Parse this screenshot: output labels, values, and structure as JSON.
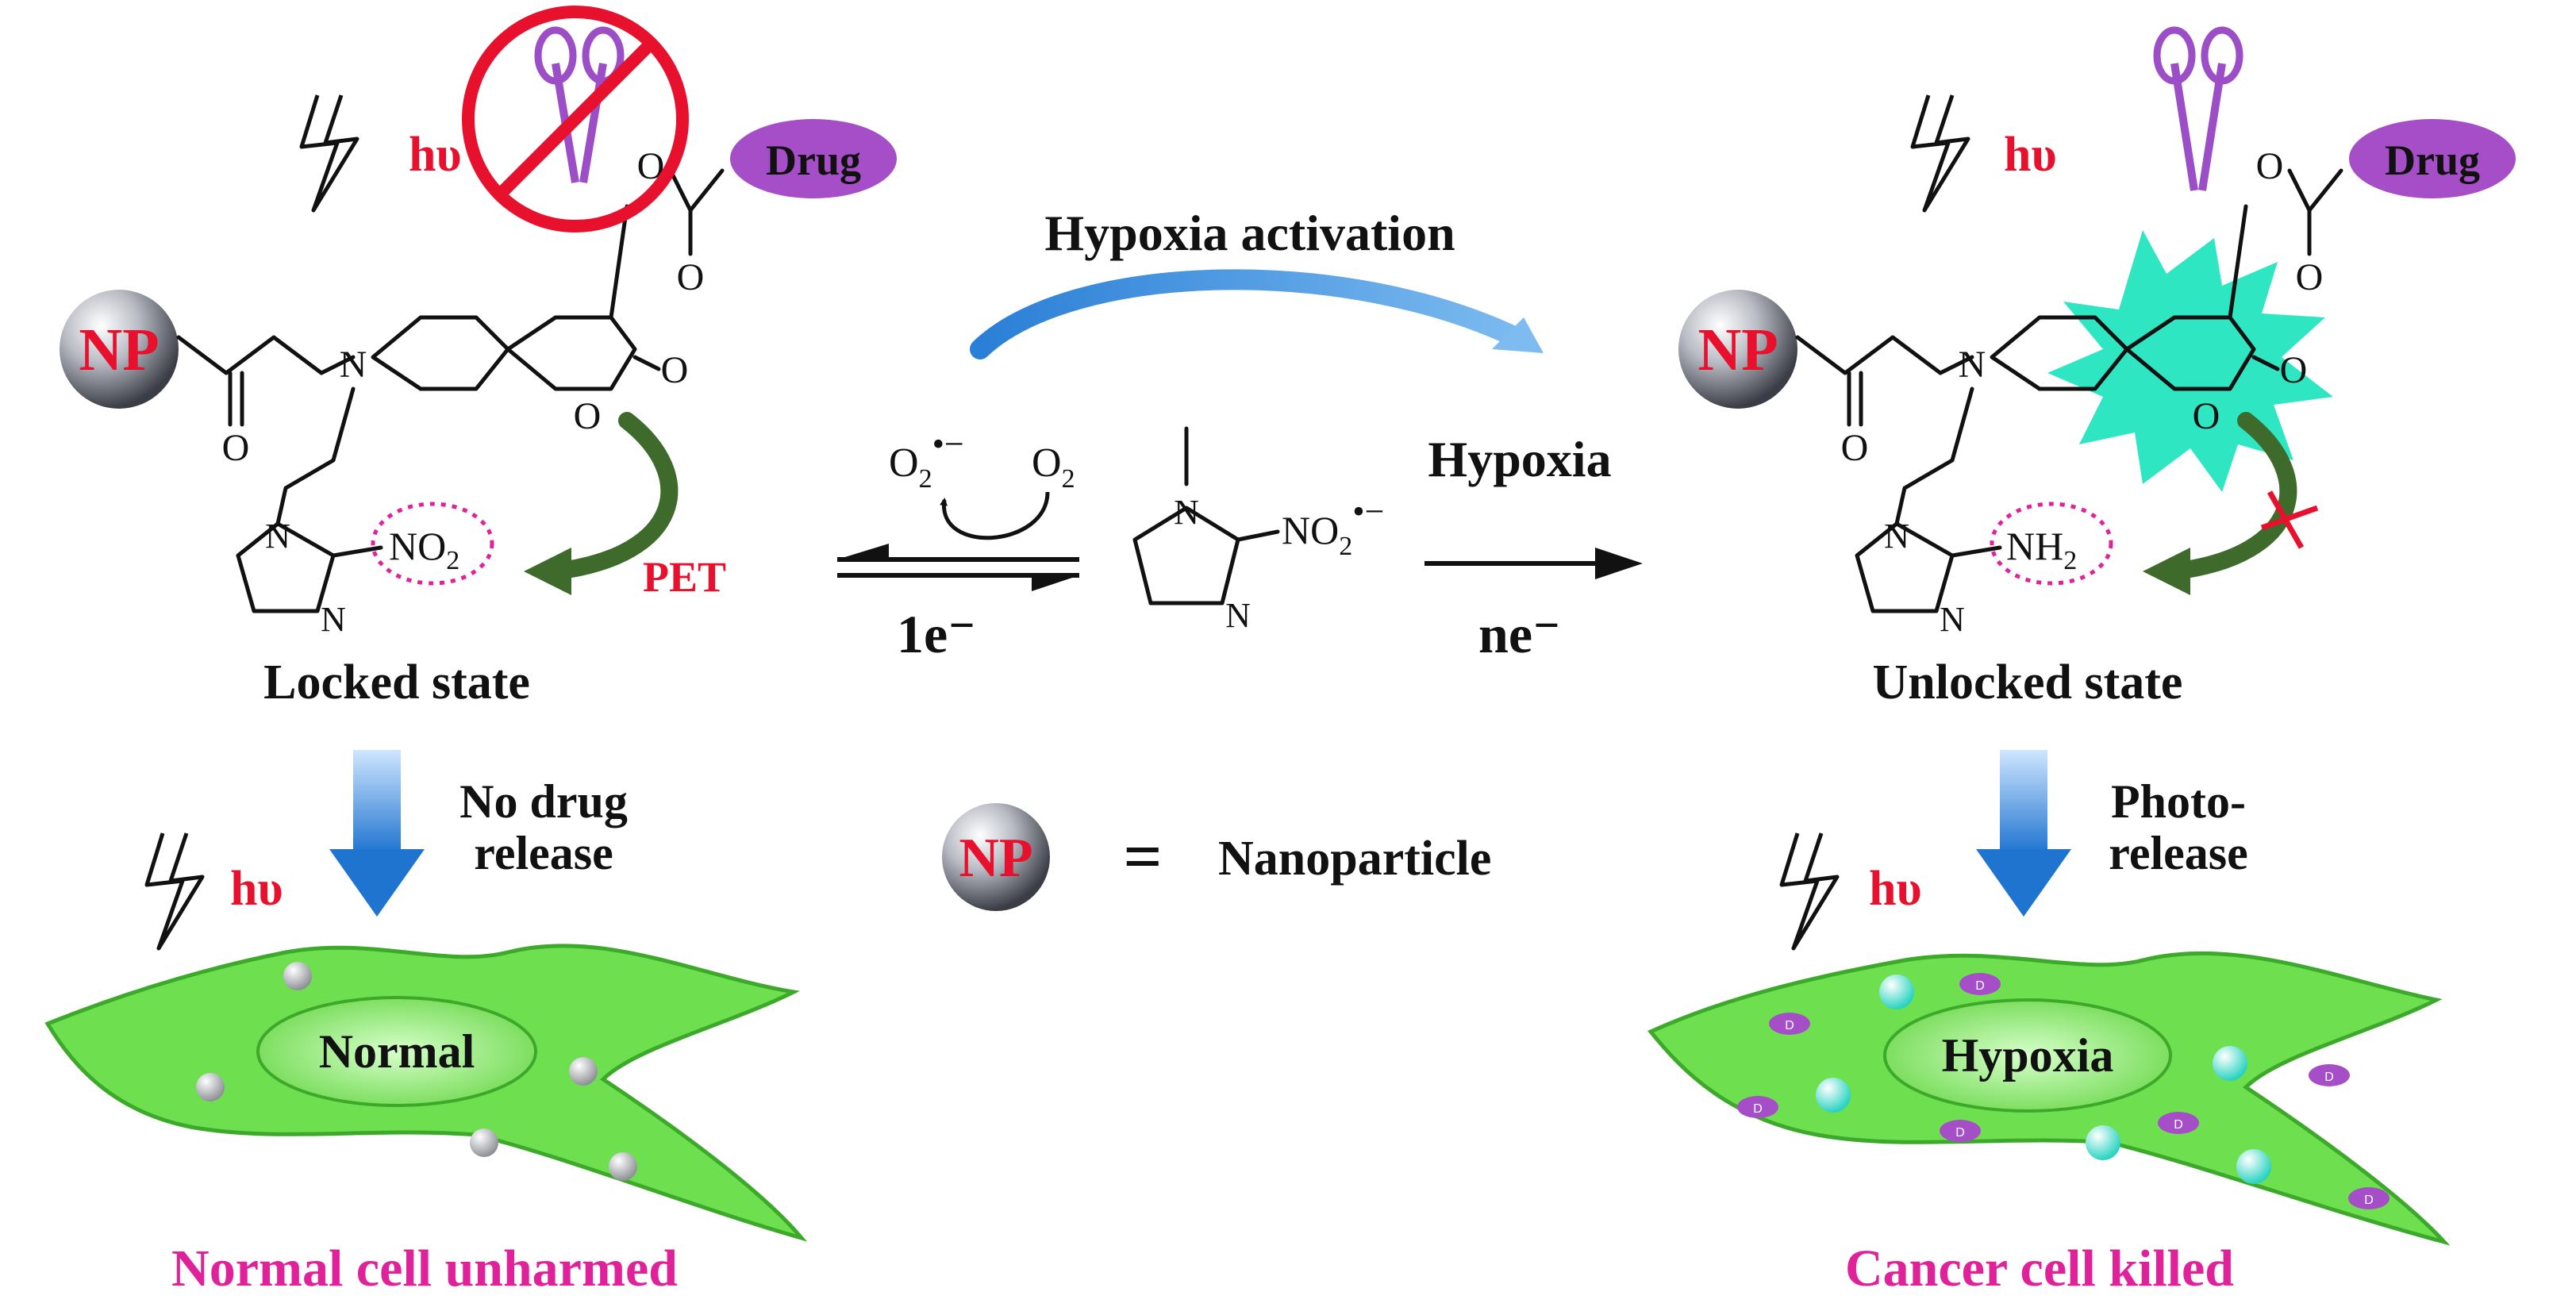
{
  "labels": {
    "hypoxia_activation": "Hypoxia activation",
    "hypoxia": "Hypoxia",
    "hv": "hυ",
    "pet": "PET",
    "np": "NP",
    "drug": "Drug",
    "no2": "NO",
    "no2_sub": "2",
    "nh2": "NH",
    "nh2_sub": "2",
    "o2_radical": "O",
    "o2": "O",
    "o2_sub": "2",
    "no2_radical": "NO",
    "one_e": "1e⁻",
    "n_e": "ne⁻",
    "locked": "Locked state",
    "unlocked": "Unlocked state",
    "no_drug_1": "No drug",
    "no_drug_2": "release",
    "photo_1": "Photo-",
    "photo_2": "release",
    "equals": "=",
    "nanoparticle": "Nanoparticle",
    "normal": "Normal",
    "hypoxia_cell": "Hypoxia",
    "normal_caption": "Normal cell unharmed",
    "cancer_caption": "Cancer cell killed",
    "atom_N": "N",
    "atom_O": "O",
    "drug_dot": "D"
  },
  "colors": {
    "red": "#e8112d",
    "magenta": "#e0229a",
    "purple": "#a64ec8",
    "green_cell": "#6ee04f",
    "cyan_burst": "#2ee6c2",
    "dark_green": "#3e6b2c",
    "blue_arrow": "#2f86d6"
  },
  "icons": [
    "lightning-icon",
    "scissors-icon",
    "prohibition-icon",
    "nanoparticle-sphere-icon"
  ]
}
